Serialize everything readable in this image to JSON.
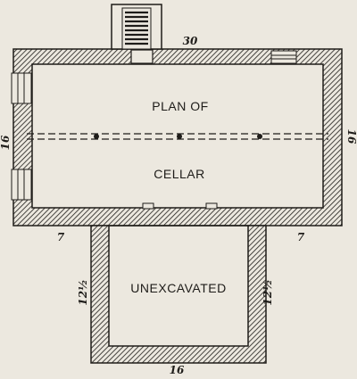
{
  "labels": {
    "title": "PLAN OF",
    "room": "CELLAR",
    "annex": "UNEXCAVATED"
  },
  "dimensions": {
    "top": "30",
    "left": "16",
    "right": "16",
    "bottom_left": "7",
    "bottom_right": "7",
    "annex_left": "12½",
    "annex_right": "12½",
    "annex_bottom": "16"
  },
  "colors": {
    "paper": "#ece8df",
    "ink": "#1e1c19"
  }
}
